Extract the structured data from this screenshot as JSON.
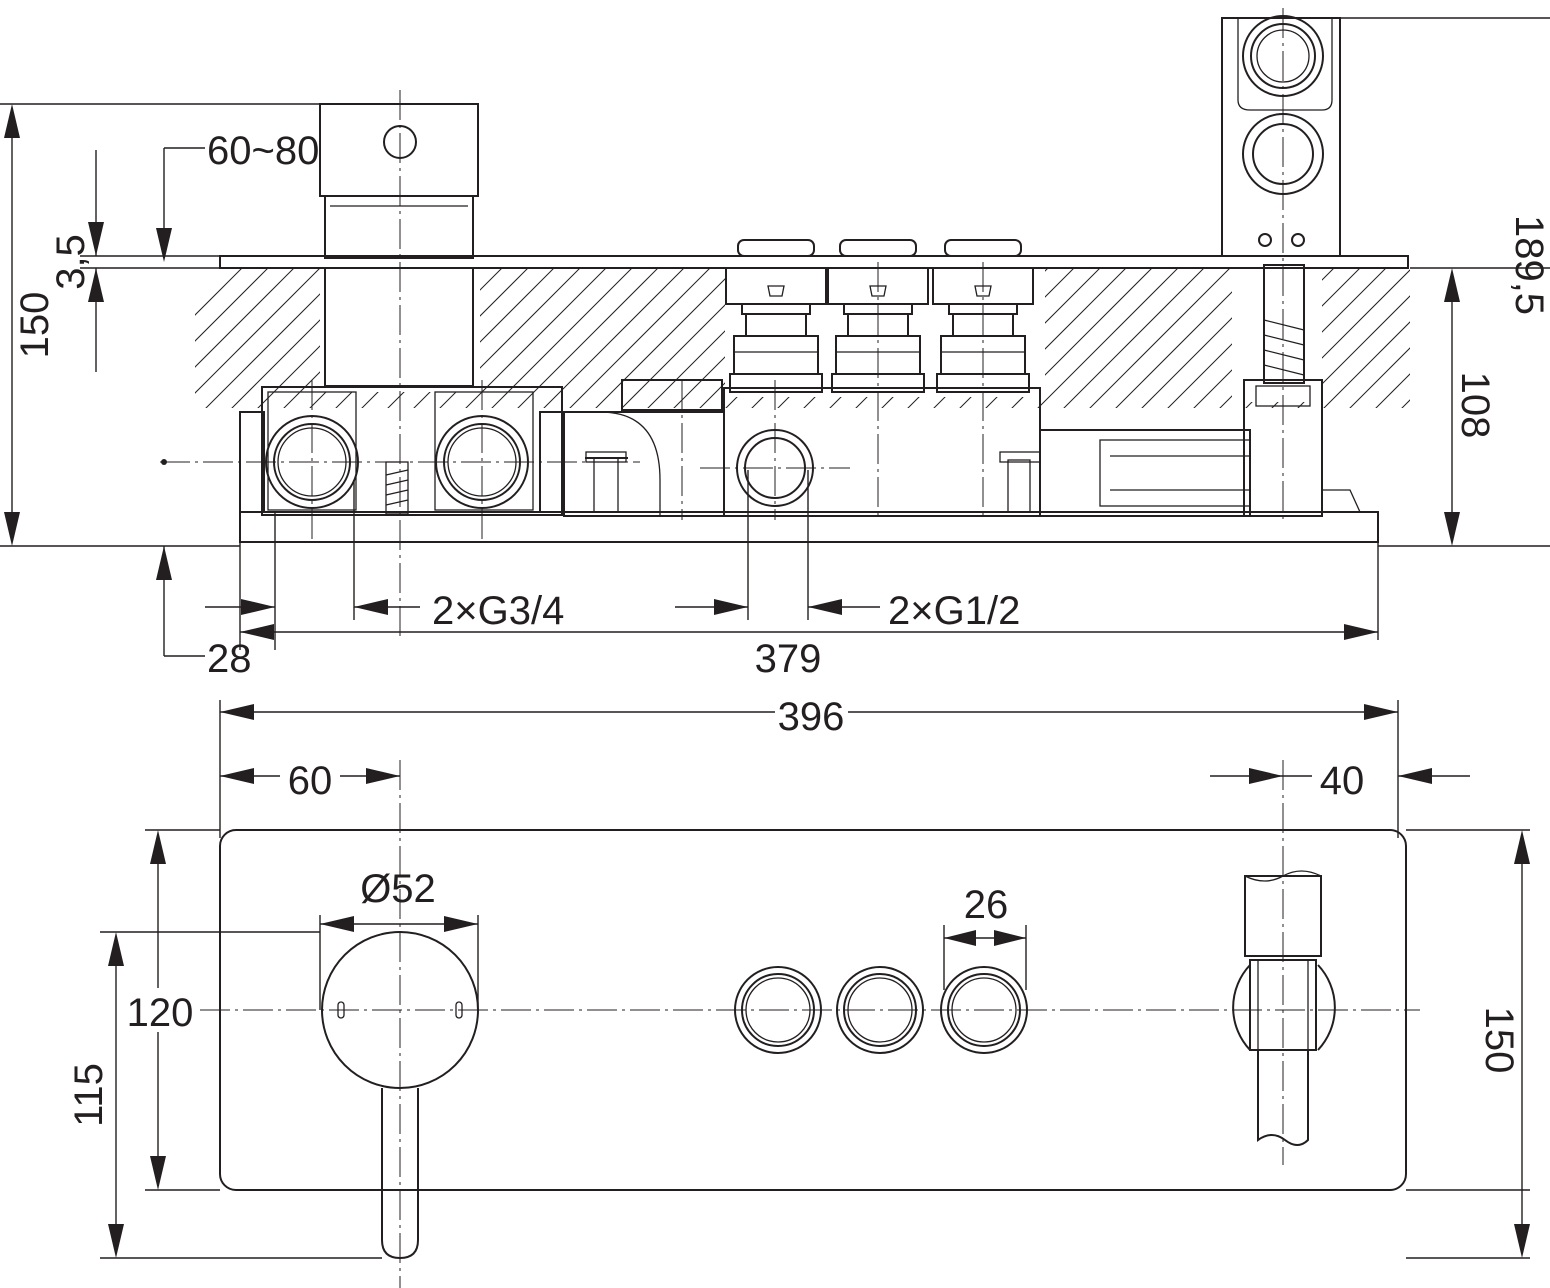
{
  "drawing": {
    "type": "technical-dimension-drawing",
    "subject": "concealed shower mixer with three push buttons and hand-shower outlet",
    "side_view": {
      "labels": {
        "depth_adjust": "60~80",
        "plate_thickness": "3,5",
        "total_depth": "150",
        "wall_depth": "108",
        "outlet_height": "189,5",
        "inlet_offset": "28",
        "inlets": "2×G3/4",
        "outlets": "2×G1/2",
        "body_length": "379"
      }
    },
    "front_view": {
      "labels": {
        "plate_width": "396",
        "handle_offset": "60",
        "outlet_offset": "40",
        "handle_diameter": "Ø52",
        "button_diameter": "26",
        "plate_inner_height": "120",
        "lever_length": "115",
        "plate_height": "150"
      }
    },
    "colors": {
      "line": "#231f20",
      "background": "#ffffff"
    }
  }
}
